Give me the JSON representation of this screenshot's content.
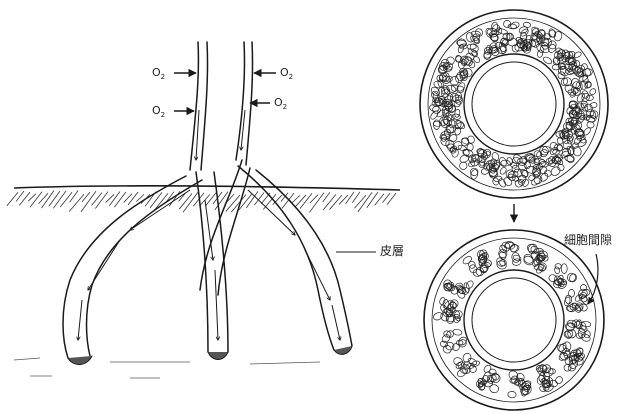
{
  "labels": {
    "o2": "O",
    "o2_sub": "2",
    "cortex": "皮層",
    "intercellular_space": "細胞間隙"
  },
  "colors": {
    "ink": "#1a1a1a",
    "paper": "#ffffff"
  }
}
